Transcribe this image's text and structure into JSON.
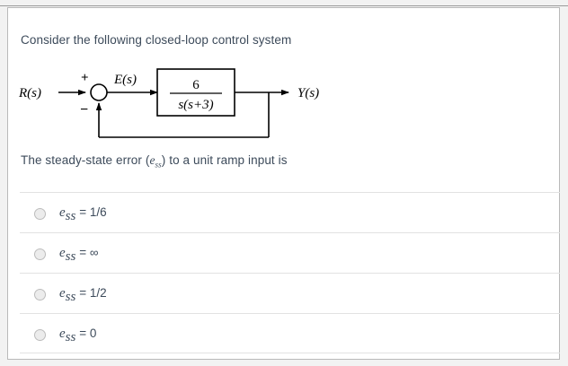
{
  "question": {
    "stem": "Consider the following closed-loop control system",
    "sub_prompt_prefix": "The steady-state error (",
    "sub_prompt_var": "e",
    "sub_prompt_sub": "ss",
    "sub_prompt_suffix": ") to a unit ramp input is"
  },
  "diagram": {
    "input_label": "R(s)",
    "error_label": "E(s)",
    "output_label": "Y(s)",
    "sum_plus": "+",
    "sum_minus": "−",
    "block_numerator": "6",
    "block_denominator": "s(s+3)",
    "line_color": "#000000",
    "feedback": "unity"
  },
  "options": [
    {
      "var": "e",
      "sub": "ss",
      "value": "= 1/6",
      "selected": false
    },
    {
      "var": "e",
      "sub": "ss",
      "value": "= ∞",
      "selected": false
    },
    {
      "var": "e",
      "sub": "ss",
      "value": "= 1/2",
      "selected": false
    },
    {
      "var": "e",
      "sub": "ss",
      "value": "= 0",
      "selected": false
    }
  ],
  "colors": {
    "text": "#3c4a5a",
    "page_background": "#f2f2f2",
    "content_background": "#ffffff",
    "separator": "#e2e2e2",
    "radio_fill": "#ececec"
  }
}
